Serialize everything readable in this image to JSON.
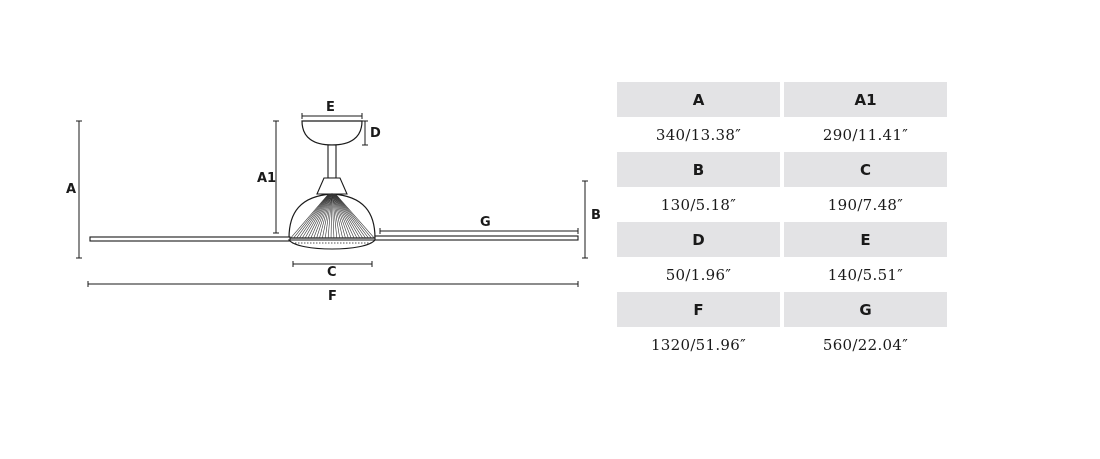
{
  "diagram": {
    "labels": {
      "A": "A",
      "A1": "A1",
      "B": "B",
      "C": "C",
      "D": "D",
      "E": "E",
      "F": "F",
      "G": "G"
    }
  },
  "dimensions_table": {
    "rows": [
      {
        "left": {
          "label": "A",
          "value": "340/13.38″"
        },
        "right": {
          "label": "A1",
          "value": "290/11.41″"
        }
      },
      {
        "left": {
          "label": "B",
          "value": "130/5.18″"
        },
        "right": {
          "label": "C",
          "value": "190/7.48″"
        }
      },
      {
        "left": {
          "label": "D",
          "value": "50/1.96″"
        },
        "right": {
          "label": "E",
          "value": "140/5.51″"
        }
      },
      {
        "left": {
          "label": "F",
          "value": "1320/51.96″"
        },
        "right": {
          "label": "G",
          "value": "560/22.04″"
        }
      }
    ]
  }
}
